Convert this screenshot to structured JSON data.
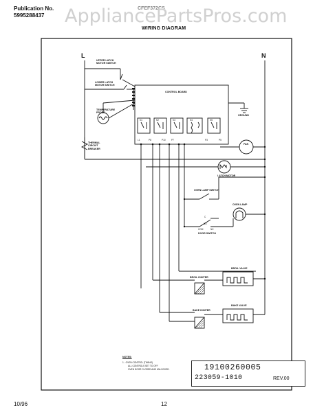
{
  "header": {
    "pub_label": "Publication No.",
    "pub_number": "5995288437",
    "model": "CFEF372CS",
    "watermark": "AppliancePartsPros.com",
    "title": "WIRING DIAGRAM"
  },
  "diagram": {
    "line_l": "L",
    "line_n": "N",
    "components": {
      "upper_latch": "UPPER LATCH\nMOTOR SWITCH",
      "lower_latch": "LOWER LATCH\nMOTOR SWITCH",
      "latch_motor": "LATCH MOTOR",
      "temp_probe": "TEMPERATURE\nPROBE",
      "thermal_breaker": "THERMAL\nCIRCUIT\nBREAKER",
      "control_board": "CONTROL BOARD",
      "ground": "GROUND",
      "fan": "FAN",
      "oven_lamp_switch": "OVEN LAMP SWITCH",
      "oven_lamp": "OVEN LAMP",
      "door_switch": "DOOR SWITCH",
      "broil_valve": "BROIL VALVE",
      "broil_igniter": "BROIL IGNITER",
      "bake_valve": "BAKE VALVE",
      "bake_igniter": "BAKE IGNITER",
      "relays": [
        "K1",
        "K2",
        "K3",
        "K4",
        "K5"
      ],
      "terminals": [
        "L1",
        "P8",
        "P10",
        "P7",
        "P3",
        "P5"
      ],
      "switch_terms": [
        "C",
        "NO",
        "COM",
        "NC"
      ]
    },
    "notes_title": "NOTES:",
    "notes_lines": [
      "1 - OVEN CONTROL (TIMING)",
      "ALL CONTROLS SET TO OFF",
      "OVEN DOOR CLOSED AND UNLOCKED."
    ]
  },
  "part_box": {
    "line1": "19100260005",
    "line2": "223059-1010",
    "rev": "REV.00"
  },
  "footer": {
    "date": "10/96",
    "page": "12"
  }
}
